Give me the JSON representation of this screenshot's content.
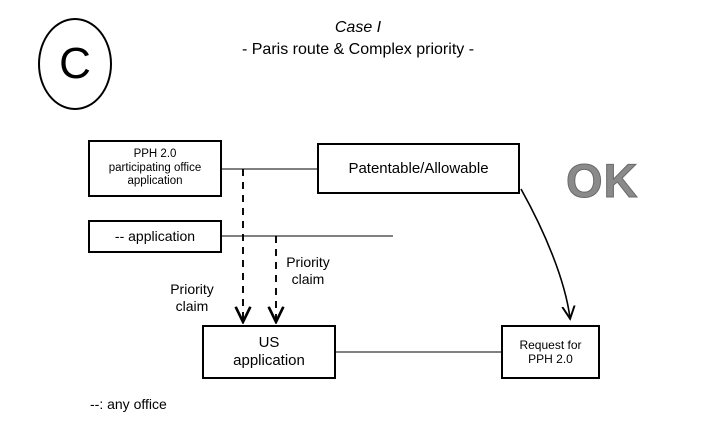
{
  "diagram": {
    "badge": {
      "letter": "C"
    },
    "title": "Case I",
    "subtitle": "- Paris route & Complex priority -",
    "stamp": "OK",
    "footnote": "--: any office",
    "colors": {
      "stroke": "#000000",
      "background": "#ffffff",
      "stamp": "#8a8a8a"
    },
    "nodes": [
      {
        "id": "pph-office-application",
        "label": "PPH 2.0\nparticipating office\napplication"
      },
      {
        "id": "any-application",
        "label": "-- application"
      },
      {
        "id": "patentable-allowable",
        "label": "Patentable/Allowable"
      },
      {
        "id": "us-application",
        "label": "US\napplication"
      },
      {
        "id": "request-pph",
        "label": "Request for\nPPH 2.0"
      }
    ],
    "edge_labels": {
      "priority_claim_left": "Priority\nclaim",
      "priority_claim_right": "Priority\nclaim"
    }
  }
}
